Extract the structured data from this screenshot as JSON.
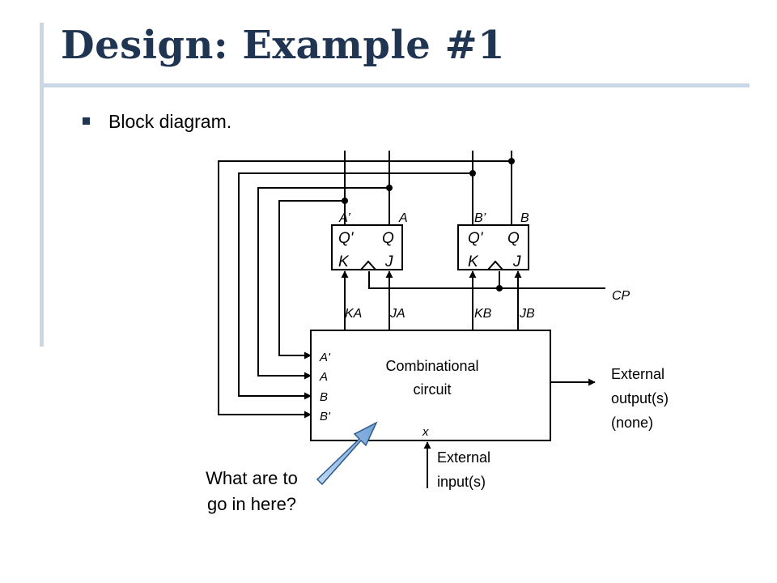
{
  "slide": {
    "title": "Design: Example #1",
    "bullet": "Block diagram."
  },
  "diagram": {
    "ff_a": {
      "out_bar": "A’",
      "out": "A",
      "q_bar": "Q'",
      "q": "Q",
      "k": "K",
      "j": "J"
    },
    "ff_b": {
      "out_bar": "B’",
      "out": "B",
      "q_bar": "Q'",
      "q": "Q",
      "k": "K",
      "j": "J"
    },
    "clock": "CP",
    "inputs_to_ff": {
      "ka": "KA",
      "ja": "JA",
      "kb": "KB",
      "jb": "JB"
    },
    "circuit": {
      "line1": "Combinational",
      "line2": "circuit",
      "left_inputs": [
        "A'",
        "A",
        "B",
        "B'"
      ],
      "x_input": "x"
    },
    "external_output": [
      "External",
      "output(s)",
      "(none)"
    ],
    "external_input": [
      "External",
      "input(s)"
    ],
    "callout": [
      "What are to",
      "go in here?"
    ]
  },
  "colors": {
    "title": "#1f3552",
    "accent_bars": "#c9d7e6",
    "arrow_fill": "#6fa1d6",
    "arrow_stroke": "#2f5a8c"
  }
}
